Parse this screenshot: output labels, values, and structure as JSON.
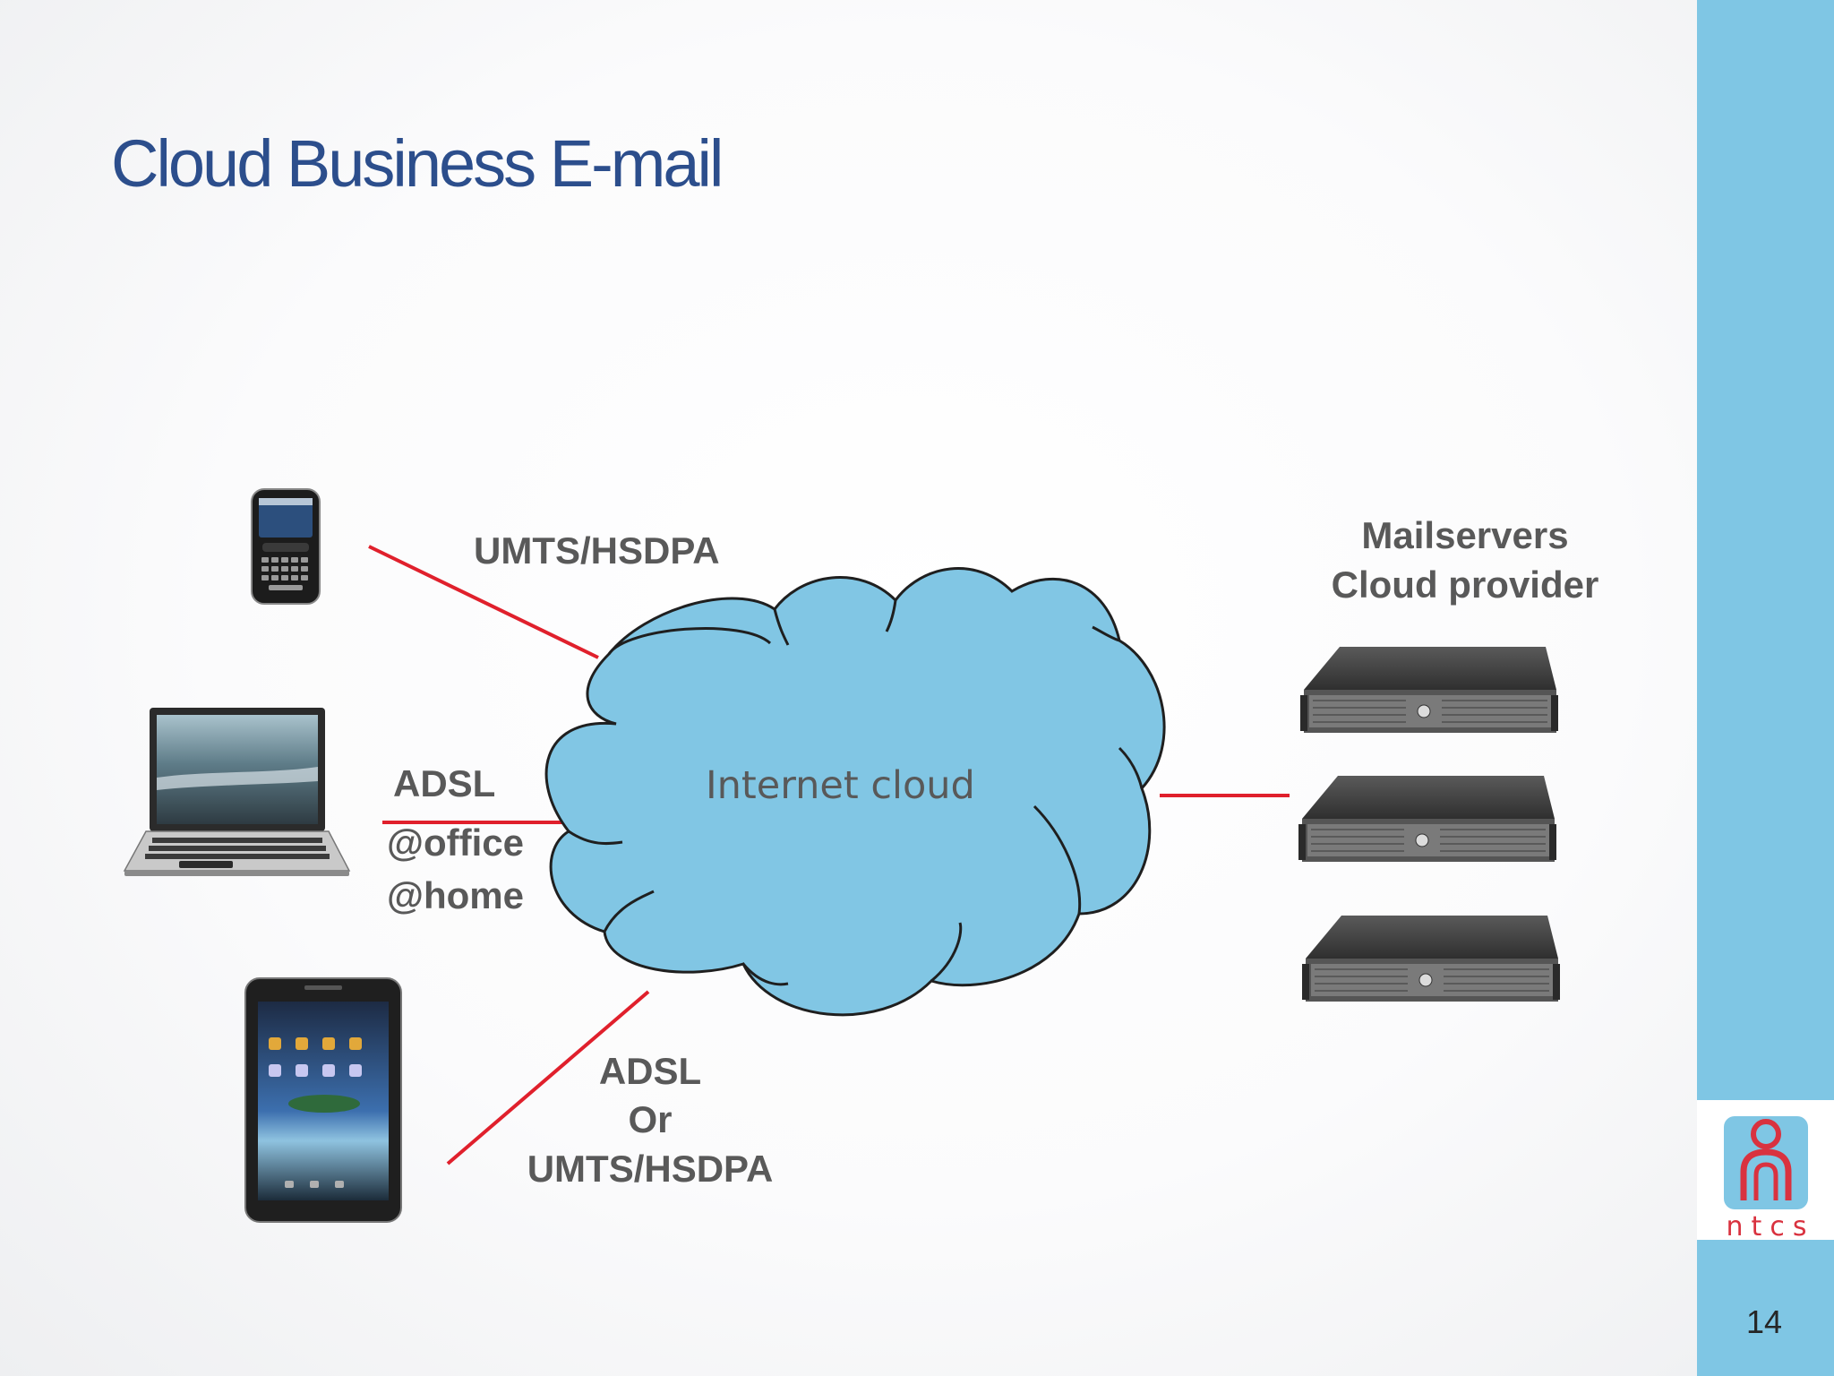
{
  "slide": {
    "title": "Cloud Business E-mail",
    "page_number": "14"
  },
  "diagram": {
    "cloud_label": "Internet cloud",
    "links": {
      "phone": "UMTS/HSDPA",
      "laptop": [
        "ADSL",
        "@office",
        "@home"
      ],
      "tablet": [
        "ADSL",
        "Or",
        "UMTS/HSDPA"
      ]
    },
    "servers": {
      "caption": [
        "Mailservers",
        "Cloud provider"
      ],
      "count": 3
    },
    "devices": [
      "smartphone-icon",
      "laptop-icon",
      "tablet-icon"
    ],
    "colors": {
      "cloud_fill": "#81c6e4",
      "link_line": "#e0202c",
      "label_text": "#595959",
      "title_text": "#2c4e8c",
      "sidebar": "#7fc6e4"
    }
  },
  "logo": {
    "text": "ntcs"
  }
}
